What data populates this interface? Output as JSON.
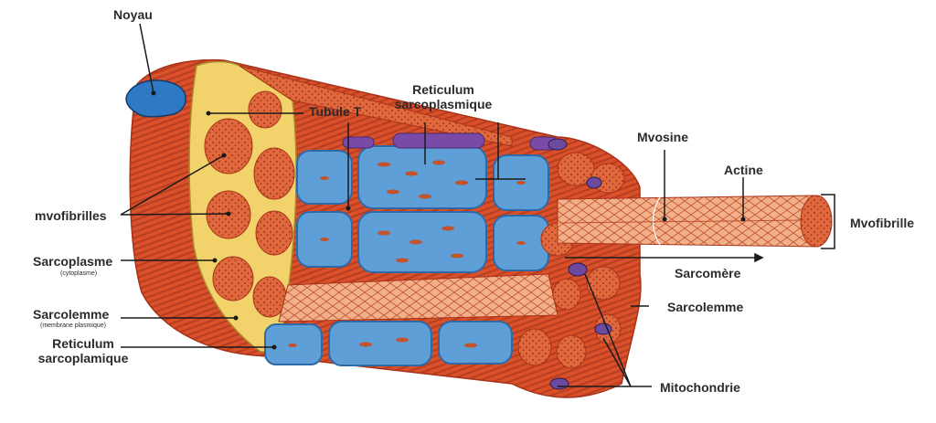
{
  "labels": {
    "noyau": "Noyau",
    "tubule_t": "Tubule T",
    "reticulum_top": "Reticulum sarcoplasmique",
    "reticulum_top_line1": "Reticulum",
    "reticulum_top_line2": "sarcoplasmique",
    "myofibrilles": "mvofibrilles",
    "sarcoplasme": "Sarcoplasme",
    "sarcoplasme_note": "(cytoplasme)",
    "sarcolemme_left": "Sarcolemme",
    "sarcolemme_note": "(membrane plasmique)",
    "reticulum_bottom_line1": "Reticulum",
    "reticulum_bottom_line2": "sarcoplamique",
    "myosine": "Mvosine",
    "actine": "Actine",
    "myofibrille": "Mvofibrille",
    "sarcomere": "Sarcomère",
    "sarcolemme_right": "Sarcolemme",
    "mitochondrie": "Mitochondrie"
  },
  "colors": {
    "muscle_red": "#d9502a",
    "muscle_dark": "#a8321a",
    "sarcoplasm_yellow": "#f2d36b",
    "reticulum_blue": "#5d9fd6",
    "reticulum_dark": "#2f6aa8",
    "nucleus_blue": "#2f78c4",
    "mitochondria_purple": "#6b4aa0",
    "label_text": "#2b2b2b",
    "leader_line": "#1a1a1a"
  }
}
